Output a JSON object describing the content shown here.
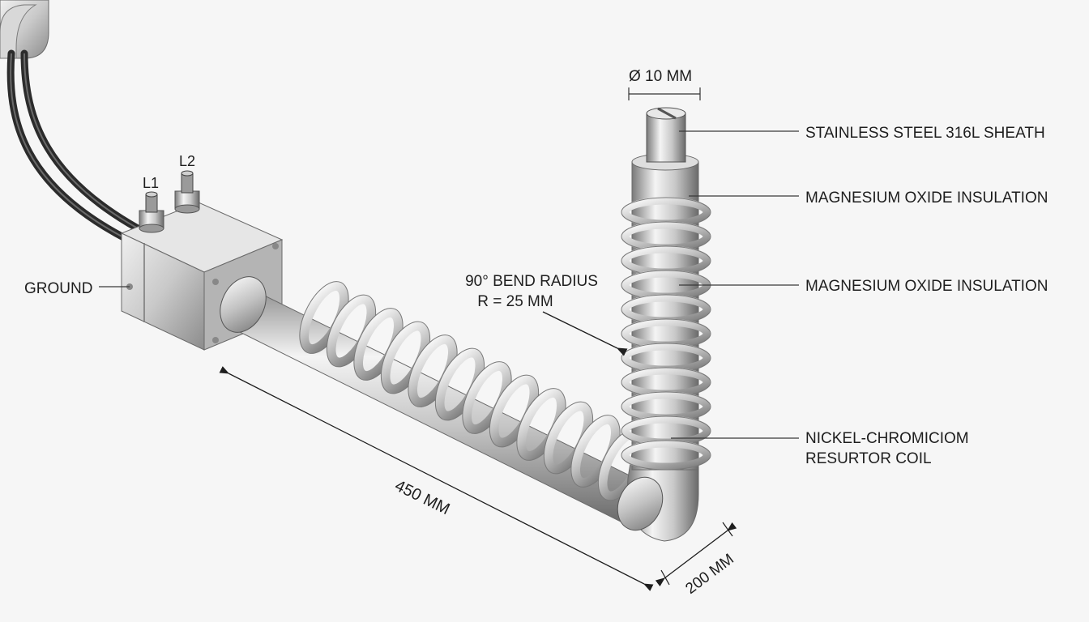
{
  "diagram": {
    "terminals": {
      "l1": "L1",
      "l2": "L2",
      "ground": "GROUND"
    },
    "callouts": {
      "diameter": "Ø 10 MM",
      "sheath": "STAINLESS STEEL 316L SHEATH",
      "insulation_1": "MAGNESIUM OXIDE INSULATION",
      "insulation_2": "MAGNESIUM OXIDE INSULATION",
      "coil_line1": "NICKEL-CHROMICIOM",
      "coil_line2": "RESURTOR COIL",
      "bend_line1": "90° BEND RADIUS",
      "bend_line2": "R = 25 MM"
    },
    "dimensions": {
      "horizontal_length": "450 MM",
      "vertical_length": "200 MM"
    },
    "colors": {
      "metal_light": "#f2f2f2",
      "metal_mid": "#bdbdbd",
      "metal_dark": "#6e6e6e",
      "cable": "#2b2b2b",
      "line": "#3a3a3a"
    }
  }
}
